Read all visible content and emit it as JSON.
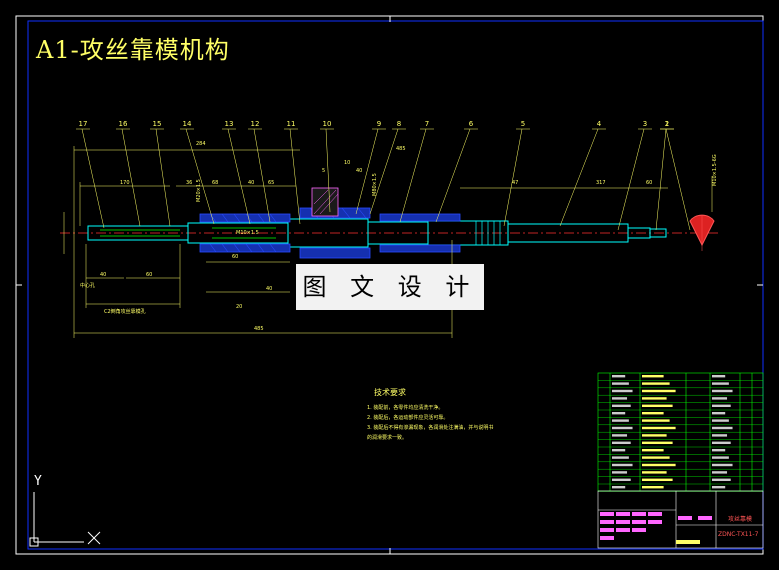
{
  "drawing": {
    "title": "A1-攻丝靠模机构",
    "watermark": "图 文 设 计",
    "part_numbers": [
      "17",
      "16",
      "15",
      "14",
      "13",
      "12",
      "11",
      "10",
      "9",
      "8",
      "7",
      "6",
      "5",
      "4",
      "3",
      "2",
      "1"
    ],
    "dimensions": [
      "284",
      "36",
      "170",
      "68",
      "40",
      "65",
      "M20×1.5",
      "5",
      "10",
      "40",
      "485",
      "M80×1.5",
      "47",
      "317",
      "60",
      "M10×1.5-6G",
      "485",
      "40",
      "60",
      "40",
      "60",
      "20",
      "C2倒角攻丝靠模孔",
      "M10×1.5",
      "中心孔"
    ],
    "notes_title": "技术要求",
    "notes": [
      "1. 装配前，各零件均应清洗干净。",
      "2. 装配后，各运动部件应灵活可靠。",
      "3. 装配后不得有渗漏现象，各润滑处注满油，并与说明书",
      "   的润滑要求一致。"
    ],
    "title_block_name": "攻丝靠模",
    "drawing_number": "ZDNC-TX11-7",
    "axis_y": "Y",
    "axis_x": "X"
  },
  "colors": {
    "background": "#000000",
    "frame": "#ffffff",
    "dimension": "#ffff66",
    "outline": "#00ffff",
    "section": "#2a4cff",
    "centerline": "#ff3030",
    "table_border": "#00ff00",
    "hatch": "#ff66ff"
  }
}
